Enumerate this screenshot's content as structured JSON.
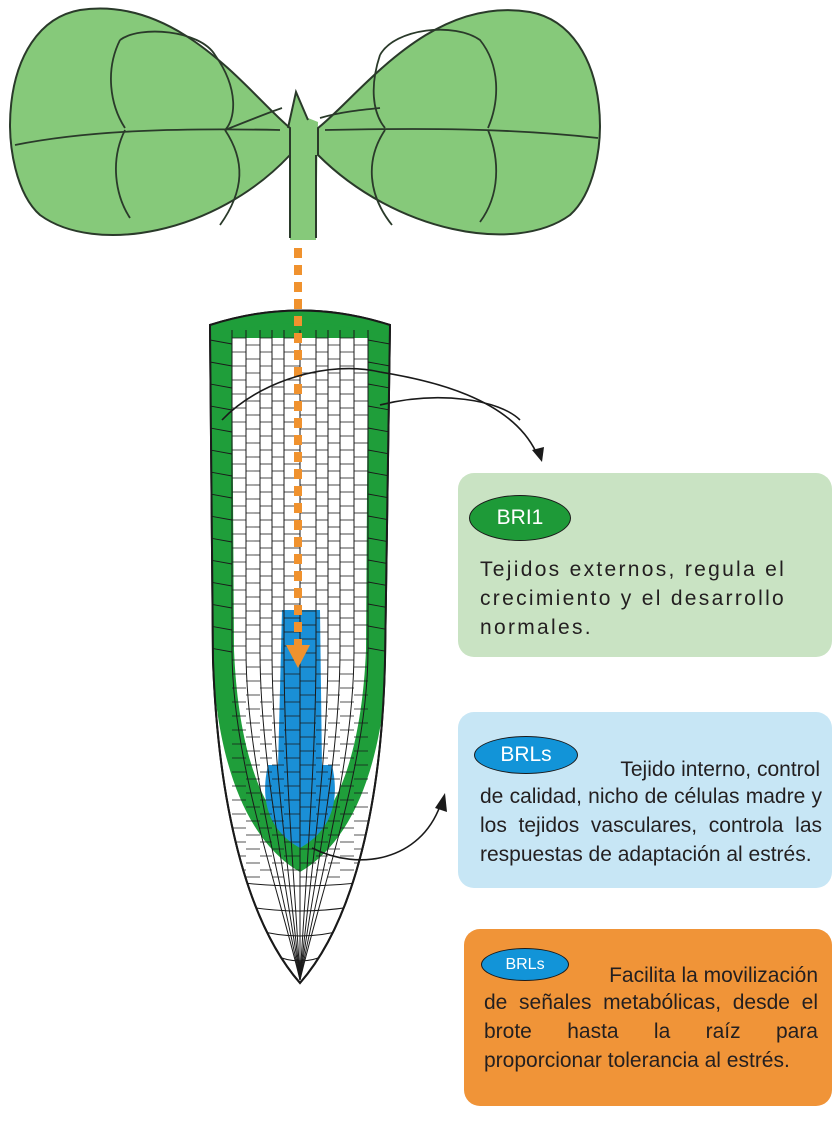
{
  "colors": {
    "leaf_fill": "#86c97a",
    "leaf_outline": "#2a3a2a",
    "root_outer_tissue": "#1f9e3a",
    "root_inner_tissue": "#1a8fd6",
    "signal_arrow": "#f0922e",
    "bri1_box": "#c9e3c3",
    "brls_box": "#c7e6f5",
    "mobilization_box": "#f09438"
  },
  "labels": {
    "bri1_badge": "BRI1",
    "bri1_text": "Tejidos externos, regula el crecimiento y el desarrollo normales.",
    "brls_badge": "BRLs",
    "brls_text_first": "Tejido interno, control",
    "brls_text_rest": "de calidad, nicho de células madre y los tejidos vasculares, controla las respuestas de adaptación al estrés.",
    "mobilization_badge": "BRLs",
    "mobilization_text_first": "Facilita la movilización",
    "mobilization_text_rest": "de señales metabólicas, desde el brote hasta la raíz para proporcionar tolerancia al estrés."
  },
  "icons": {
    "seedling": "seedling-cotyledons-icon",
    "root": "root-tip-cross-section-icon",
    "signal": "dashed-downward-arrow-icon"
  }
}
